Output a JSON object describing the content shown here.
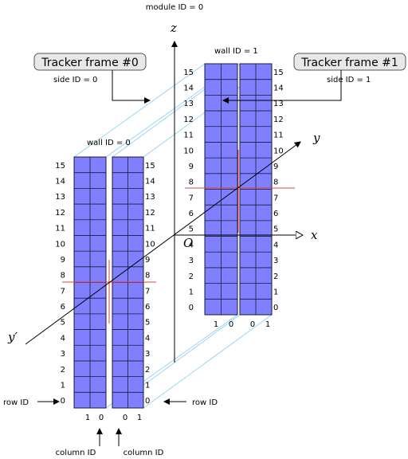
{
  "module_label": "module ID = 0",
  "axes": {
    "z": "z",
    "x": "x",
    "y": "y",
    "y_prime": "y′",
    "origin": "O"
  },
  "frames": [
    {
      "title": "Tracker frame #0",
      "side_label": "side ID = 0",
      "wall_label": "wall ID = 0"
    },
    {
      "title": "Tracker frame #1",
      "side_label": "side ID = 1",
      "wall_label": "wall ID = 1"
    }
  ],
  "row_labels": [
    "0",
    "1",
    "2",
    "3",
    "4",
    "5",
    "6",
    "7",
    "8",
    "9",
    "10",
    "11",
    "12",
    "13",
    "14",
    "15"
  ],
  "column_labels": [
    "1",
    "0",
    "0",
    "1"
  ],
  "row_id_label": "row ID",
  "column_id_label": "column ID",
  "colors": {
    "cell": "#8080ff",
    "guide": "#8fd0f0",
    "cross": "#e04040"
  }
}
